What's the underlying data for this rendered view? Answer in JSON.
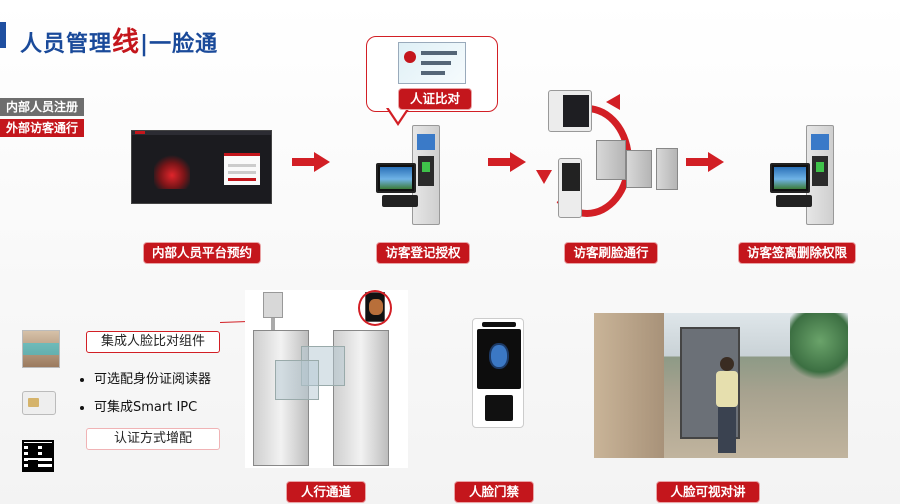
{
  "header": {
    "title_prefix": "人员管理",
    "title_highlight": "线",
    "title_separator": "|",
    "title_suffix": "一脸通"
  },
  "left_tags": {
    "internal": "内部人员注册",
    "external": "外部访客通行"
  },
  "workflow": {
    "bubble_label": "人证比对",
    "steps": [
      {
        "label": "内部人员平台预约"
      },
      {
        "label": "访客登记授权"
      },
      {
        "label": "访客刷脸通行"
      },
      {
        "label": "访客签离删除权限"
      }
    ]
  },
  "features": {
    "component_label": "集成人脸比对组件",
    "bullets": [
      "可选配身份证阅读器",
      "可集成Smart IPC"
    ],
    "auth_label": "认证方式增配"
  },
  "products": [
    {
      "label": "人行通道"
    },
    {
      "label": "人脸门禁"
    },
    {
      "label": "人脸可视对讲"
    }
  ],
  "colors": {
    "brand_red": "#c4161c",
    "title_blue": "#1a4a9a",
    "tag_gray": "#6e6e6e"
  }
}
